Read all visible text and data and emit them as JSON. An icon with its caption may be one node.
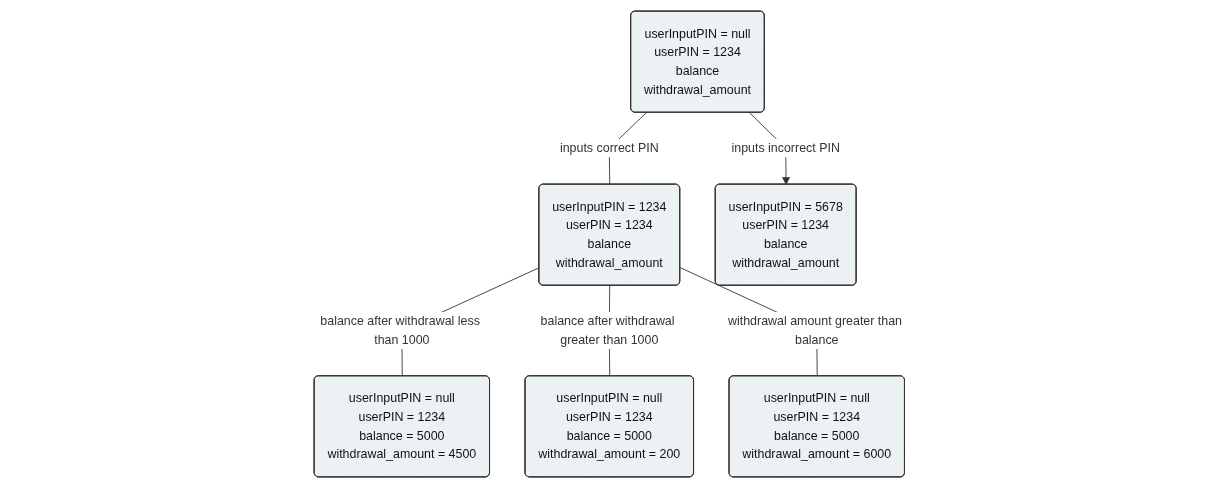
{
  "diagram": {
    "nodes": [
      {
        "text": [
          "userInputPIN = null",
          "userPIN = 1234",
          "balance",
          "withdrawal_amount"
        ]
      },
      {
        "text": [
          "userInputPIN = 1234",
          "userPIN = 1234",
          "balance",
          "withdrawal_amount"
        ]
      },
      {
        "text": [
          "userInputPIN = 5678",
          "userPIN = 1234",
          "balance",
          "withdrawal_amount"
        ]
      },
      {
        "text": [
          "userInputPIN = null",
          "userPIN = 1234",
          "balance = 5000",
          "withdrawal_amount = 4500"
        ]
      },
      {
        "text": [
          "userInputPIN = null",
          "userPIN = 1234",
          "balance = 5000",
          "withdrawal_amount = 200"
        ]
      },
      {
        "text": [
          "userInputPIN = null",
          "userPIN = 1234",
          "balance = 5000",
          "withdrawal_amount = 6000"
        ]
      }
    ],
    "edges": [
      {
        "from": 0,
        "to": 1,
        "arrow": "none",
        "label": "inputs correct PIN"
      },
      {
        "from": 0,
        "to": 2,
        "arrow": "to",
        "label": "inputs incorrect PIN"
      },
      {
        "from": 1,
        "to": 3,
        "arrow": "none",
        "label": "balance after withdrawal less than 1000"
      },
      {
        "from": 1,
        "to": 4,
        "arrow": "none",
        "label": "balance after withdrawal greater than 1000"
      },
      {
        "from": 1,
        "to": 5,
        "arrow": "none",
        "label": "withdrawal amount greater than balance"
      }
    ]
  }
}
